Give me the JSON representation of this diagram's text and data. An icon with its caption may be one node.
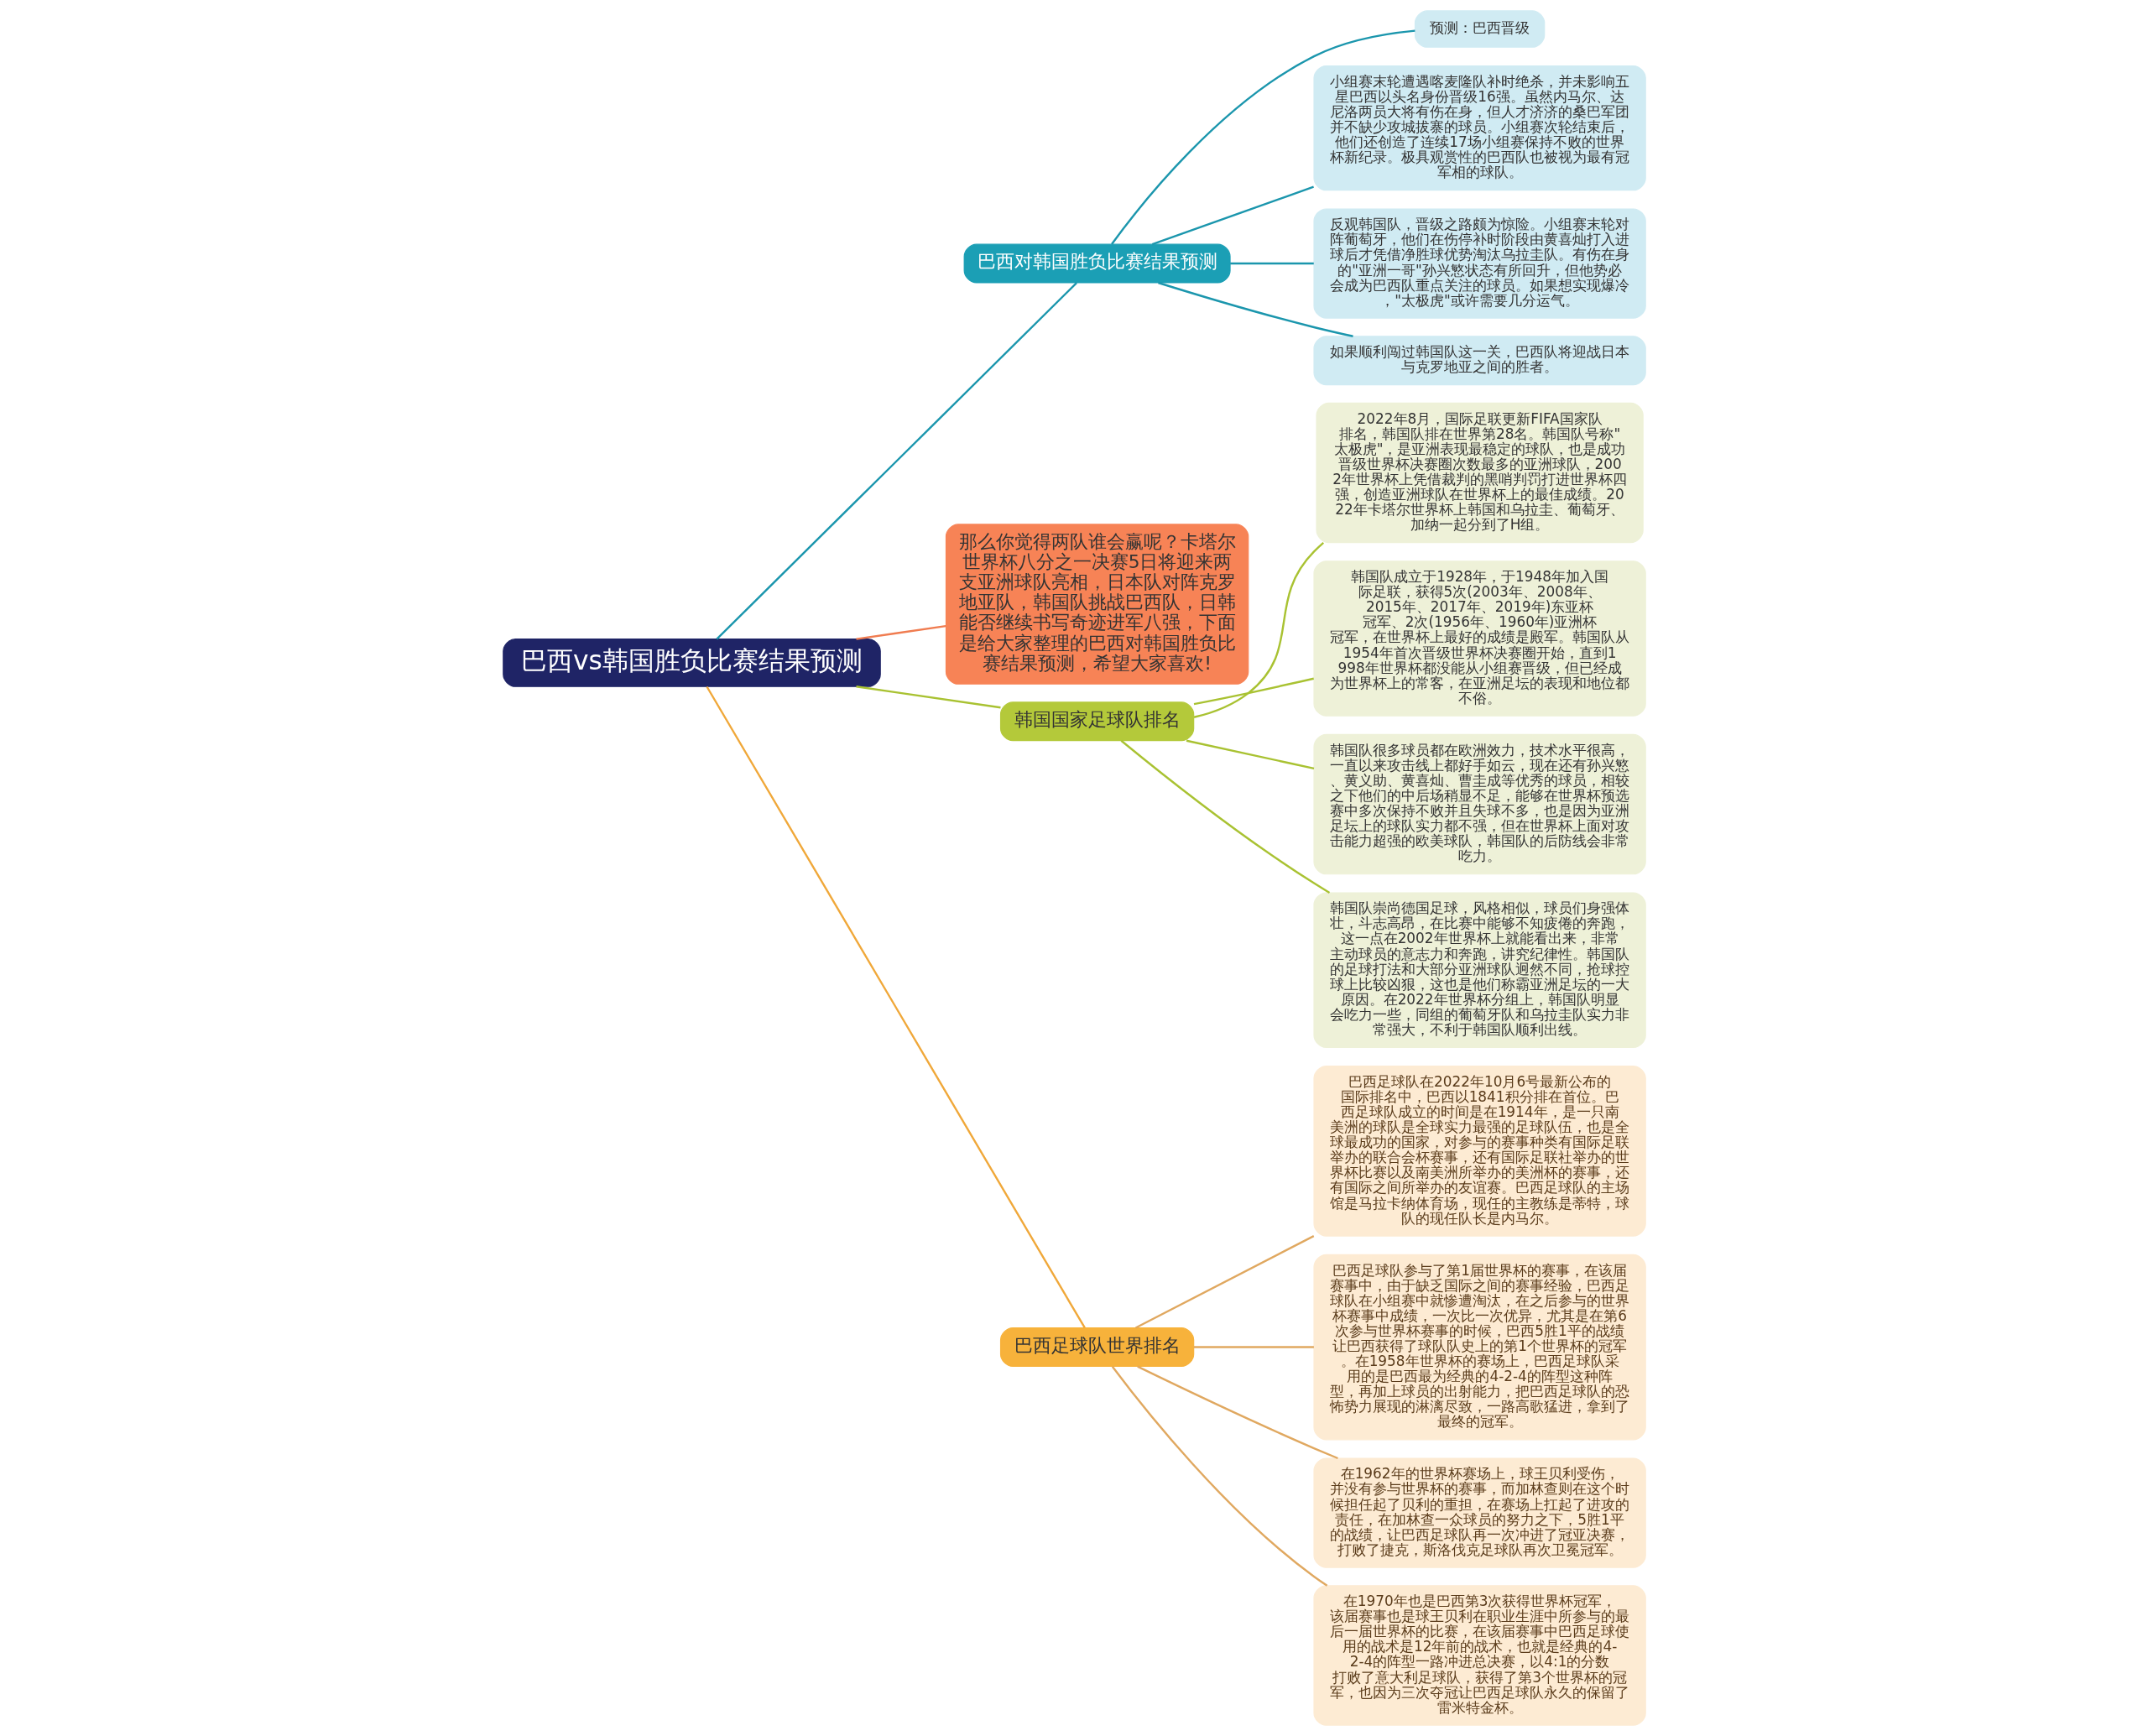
{
  "diagram": {
    "nodes": [
      {
        "text": [
          "巴西vs韩国胜负比赛结果预测"
        ]
      },
      {
        "text": [
          "巴西对韩国胜负比赛结果预测"
        ]
      },
      {
        "text": [
          "预测：巴西晋级"
        ]
      },
      {
        "text": [
          "小组赛末轮遭遇喀麦隆队补时绝杀，并未影响五星巴西以头名身份晋级16强。虽然内马尔、达尼洛两员大将有伤在身，但人才济济的桑巴军团并不缺少攻城拔寨的球员。小组赛次轮结束后，他们还创造了连续17场小组赛保持不败的世界杯新纪录。极具观赏性的巴西队也被视为最有冠军相的球队。"
        ]
      },
      {
        "text": [
          "反观韩国队，晋级之路颇为惊险。小组赛末轮对阵葡萄牙，他们在伤停补时阶段由黄喜灿打入进球后才凭借净胜球优势淘汰乌拉圭队。有伤在身的\"亚洲一哥\"孙兴慜状态有所回升，但他势必会成为巴西队重点关注的球员。如果想实现爆冷，\"太极虎\"或许需要几分运气。"
        ]
      },
      {
        "text": [
          "如果顺利闯过韩国队这一关，巴西队将迎战日本与克罗地亚之间的胜者。"
        ]
      },
      {
        "text": [
          "那么你觉得两队谁会赢呢？卡塔尔世界杯八分之一决赛5日将迎来两支亚洲球队亮相，日本队对阵克罗地亚队，韩国队挑战巴西队，日韩能否继续书写奇迹进军八强，下面是给大家整理的巴西对韩国胜负比赛结果预测，希望大家喜欢!"
        ]
      },
      {
        "text": [
          "韩国国家足球队排名"
        ]
      },
      {
        "text": [
          "2022年8月，国际足联更新FIFA国家队排名，韩国队排在世界第28名。韩国队号称\"太极虎\"，是亚洲表现最稳定的球队，也是成功晋级世界杯决赛圈次数最多的亚洲球队，2002年世界杯上凭借裁判的黑哨判罚打进世界杯四强，创造亚洲球队在世界杯上的最佳成绩。2022年卡塔尔世界杯上韩国和乌拉圭、葡萄牙、加纳一起分到了H组。"
        ]
      },
      {
        "text": [
          "韩国队成立于1928年，于1948年加入国际足联，获得5次(2003年、2008年、2015年、2017年、2019年)东亚杯冠军、2次(1956年、1960年)亚洲杯冠军，在世界杯上最好的成绩是殿军。韩国队从1954年首次晋级世界杯决赛圈开始，直到1998年世界杯都没能从小组赛晋级，但已经成为世界杯上的常客，在亚洲足坛的表现和地位都不俗。"
        ]
      },
      {
        "text": [
          "韩国队很多球员都在欧洲效力，技术水平很高，一直以来攻击线上都好手如云，现在还有孙兴慜、黄义助、黄喜灿、曹圭成等优秀的球员，相较之下他们的中后场稍显不足，能够在世界杯预选赛中多次保持不败并且失球不多，也是因为亚洲足坛上的球队实力都不强，但在世界杯上面对攻击能力超强的欧美球队，韩国队的后防线会非常吃力。"
        ]
      },
      {
        "text": [
          "韩国队崇尚德国足球，风格相似，球员们身强体壮，斗志高昂，在比赛中能够不知疲倦的奔跑，这一点在2002年世界杯上就能看出来，非常主动球员的意志力和奔跑，讲究纪律性。韩国队的足球打法和大部分亚洲球队迥然不同，抢球控球上比较凶狠，这也是他们称霸亚洲足坛的一大原因。在2022年世界杯分组上，韩国队明显会吃力一些，同组的葡萄牙队和乌拉圭队实力非常强大，不利于韩国队顺利出线。"
        ]
      },
      {
        "text": [
          "巴西足球队世界排名"
        ]
      },
      {
        "text": [
          "巴西足球队在2022年10月6号最新公布的国际排名中，巴西以1841积分排在首位。巴西足球队成立的时间是在1914年，是一只南美洲的球队是全球实力最强的足球队伍，也是全球最成功的国家，对参与的赛事种类有国际足联举办的联合会杯赛事，还有国际足联社举办的世界杯比赛以及南美洲所举办的美洲杯的赛事，还有国际之间所举办的友谊赛。巴西足球队的主场馆是马拉卡纳体育场，现任的主教练是蒂特，球队的现任队长是内马尔。"
        ]
      },
      {
        "text": [
          "巴西足球队参与了第1届世界杯的赛事，在该届赛事中，由于缺乏国际之间的赛事经验，巴西足球队在小组赛中就惨遭淘汰，在之后参与的世界杯赛事中成绩，一次比一次优异，尤其是在第6次参与世界杯赛事的时候，巴西5胜1平的战绩让巴西获得了球队队史上的第1个世界杯的冠军。在1958年世界杯的赛场上，巴西足球队采用的是巴西最为经典的4-2-4的阵型这种阵型，再加上球员的出射能力，把巴西足球队的恐怖势力展现的淋漓尽致，一路高歌猛进，拿到了最终的冠军。"
        ]
      },
      {
        "text": [
          "在1962年的世界杯赛场上，球王贝利受伤，并没有参与世界杯的赛事，而加林查则在这个时候担任起了贝利的重担，在赛场上扛起了进攻的责任，在加林查一众球员的努力之下，5胜1平的战绩，让巴西足球队再一次冲进了冠亚决赛，打败了捷克，斯洛伐克足球队再次卫冕冠军。"
        ]
      },
      {
        "text": [
          "在1970年也是巴西第3次获得世界杯冠军，该届赛事也是球王贝利在职业生涯中所参与的最后一届世界杯的比赛，在该届赛事中巴西足球使用的战术是12年前的战术，也就是经典的4-2-4的阵型一路冲进总决赛，以4:1的分数打败了意大利足球队，获得了第3个世界杯的冠军，也因为三次夺冠让巴西足球队永久的保留了雷米特金杯。"
        ]
      }
    ],
    "edges": [
      {
        "from": 0,
        "to": 1,
        "arrow": "none",
        "color": "#1b96ad"
      },
      {
        "from": 1,
        "to": 2,
        "arrow": "none",
        "color": "#1b96ad"
      },
      {
        "from": 1,
        "to": 3,
        "arrow": "none",
        "color": "#1b96ad"
      },
      {
        "from": 1,
        "to": 4,
        "arrow": "none",
        "color": "#1b96ad"
      },
      {
        "from": 1,
        "to": 5,
        "arrow": "none",
        "color": "#1b96ad"
      },
      {
        "from": 0,
        "to": 6,
        "arrow": "none",
        "color": "#f07c50"
      },
      {
        "from": 0,
        "to": 7,
        "arrow": "none",
        "color": "#a9c232"
      },
      {
        "from": 7,
        "to": 8,
        "arrow": "none",
        "color": "#a9c232"
      },
      {
        "from": 7,
        "to": 9,
        "arrow": "none",
        "color": "#a9c232"
      },
      {
        "from": 7,
        "to": 10,
        "arrow": "none",
        "color": "#a9c232"
      },
      {
        "from": 7,
        "to": 11,
        "arrow": "none",
        "color": "#a9c232"
      },
      {
        "from": 0,
        "to": 12,
        "arrow": "none",
        "color": "#f0a83a"
      },
      {
        "from": 12,
        "to": 13,
        "arrow": "none",
        "color": "#e0a860"
      },
      {
        "from": 12,
        "to": 14,
        "arrow": "none",
        "color": "#e0a860"
      },
      {
        "from": 12,
        "to": 15,
        "arrow": "none",
        "color": "#e0a860"
      },
      {
        "from": 12,
        "to": 16,
        "arrow": "none",
        "color": "#e0a860"
      }
    ]
  }
}
